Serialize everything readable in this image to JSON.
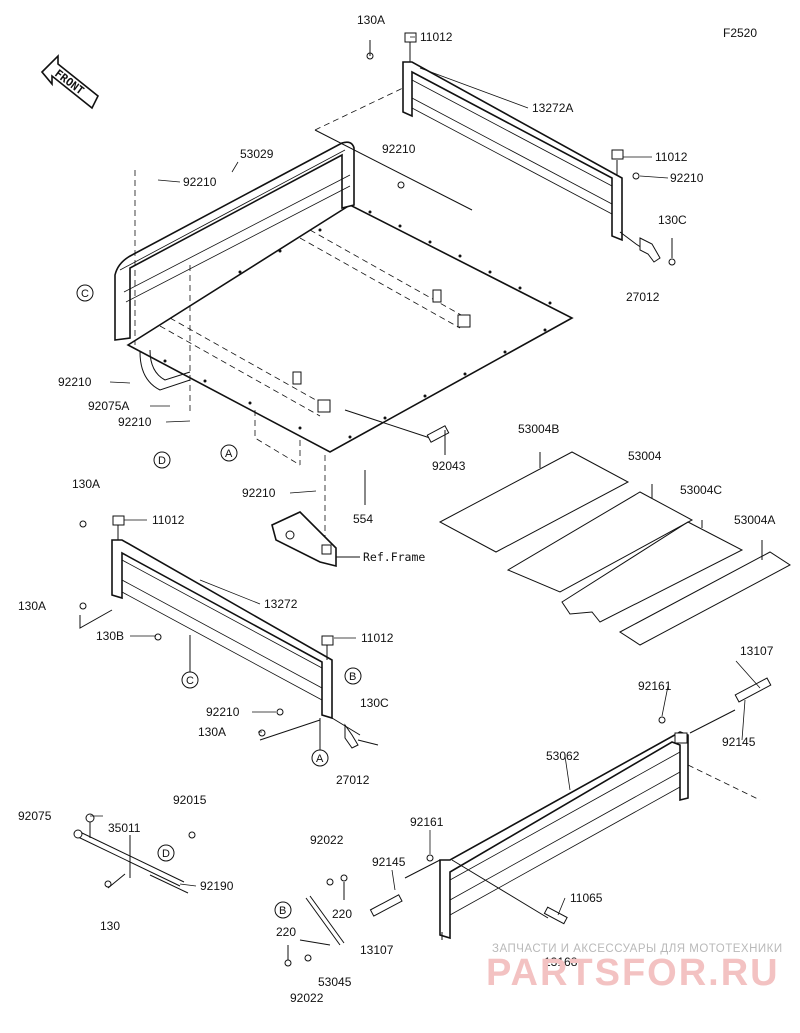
{
  "figure_code": "F2520",
  "front_label": "FRONT",
  "callouts": {
    "c130A_top": "130A",
    "c11012_top": "11012",
    "c13272A": "13272A",
    "c53029": "53029",
    "c92210_mid": "92210",
    "c92210_left": "92210",
    "c11012_right": "11012",
    "c92210_right": "92210",
    "c130C_top": "130C",
    "c27012_top": "27012",
    "c92210_lower_left": "92210",
    "c92075A": "92075A",
    "c92210_lower_left2": "92210",
    "c92210_bottom": "92210",
    "c92043": "92043",
    "c554": "554",
    "ref_frame": "Ref.Frame",
    "c53004B": "53004B",
    "c53004": "53004",
    "c53004C": "53004C",
    "c53004A": "53004A",
    "c130A_mid": "130A",
    "c11012_mid": "11012",
    "c13272": "13272",
    "c130A_left": "130A",
    "c130B": "130B",
    "c11012_mid2": "11012",
    "c92210_panel": "92210",
    "c130A_panel": "130A",
    "c130C_panel": "130C",
    "c27012_panel": "27012",
    "c92075": "92075",
    "c35011": "35011",
    "c92015": "92015",
    "c92190": "92190",
    "c130": "130",
    "c92022_top": "92022",
    "c220_right": "220",
    "c220_left": "220",
    "c92022_bottom": "92022",
    "c53045": "53045",
    "c92161_top": "92161",
    "c13107_top": "13107",
    "c92145_top": "92145",
    "c53062": "53062",
    "c92161_left": "92161",
    "c92145_left": "92145",
    "c13107_bottom": "13107",
    "c11065": "11065",
    "c13168": "13168"
  },
  "circle_refs": {
    "c_left": "C",
    "d_left": "D",
    "a_left": "A",
    "b_panel": "B",
    "c_panel": "C",
    "a_panel": "A",
    "d_rod": "D",
    "b_stay": "B"
  },
  "watermark": {
    "top": "ЗАПЧАСТИ И АКСЕССУАРЫ ДЛЯ МОТОТЕХНИКИ",
    "brand": "PARTSFOR.RU"
  }
}
